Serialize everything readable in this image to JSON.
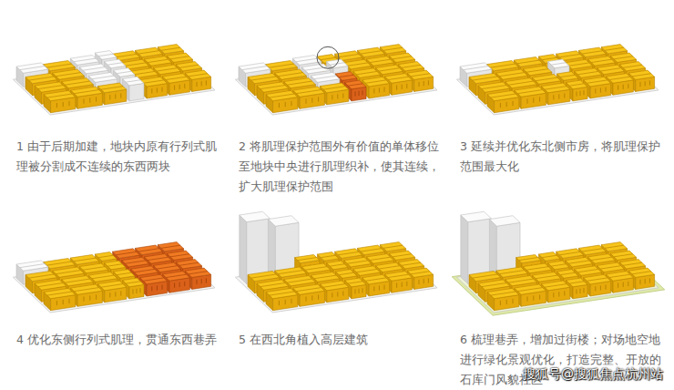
{
  "diagram": {
    "labels": [
      "1 由于后期加建，地块内原有行列式肌理被分割成不连续的东西两块",
      "2 将肌理保护范围外有价值的单体移位至地块中央进行肌理织补，使其连续，扩大肌理保护范围",
      "3 延续并优化东北侧市房，将肌理保护范围最大化",
      "4 优化东侧行列式肌理，贯通东西巷弄",
      "5 在西北角植入高层建筑",
      "6 梳理巷弄，增加过街楼；对场地空地进行绿化景观优化，打造完整、开放的石库门风貌社区",
      "搜狐号@搜狐焦点杭州站"
    ]
  }
}
